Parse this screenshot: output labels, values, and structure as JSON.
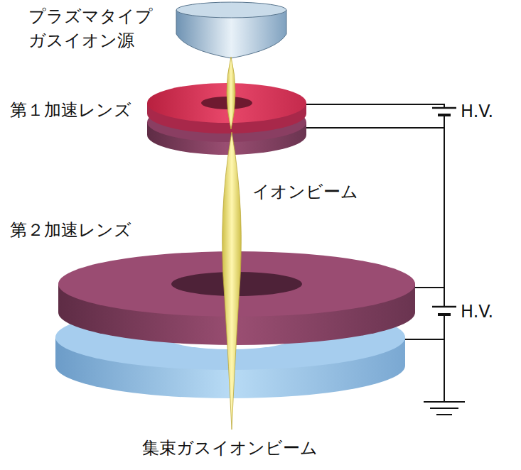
{
  "diagram": {
    "labels": [
      "プラズマタイプ ガスイオン源",
      "第１加速レンズ",
      "イオンビーム",
      "第２加速レンズ",
      "H.V.",
      "H.V.",
      "集束ガスイオンビーム"
    ]
  }
}
